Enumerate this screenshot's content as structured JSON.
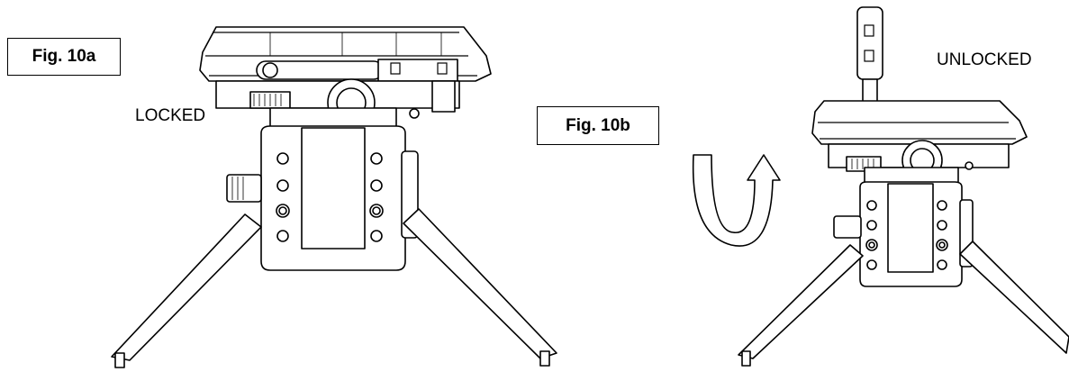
{
  "figures": {
    "a": {
      "label": "Fig. 10a",
      "state": "LOCKED"
    },
    "b": {
      "label": "Fig. 10b",
      "state": "UNLOCKED"
    }
  },
  "colors": {
    "line": "#000000",
    "background": "#ffffff"
  },
  "icons": {
    "rotation_arrow": "curved-rotate-arrow-icon"
  }
}
